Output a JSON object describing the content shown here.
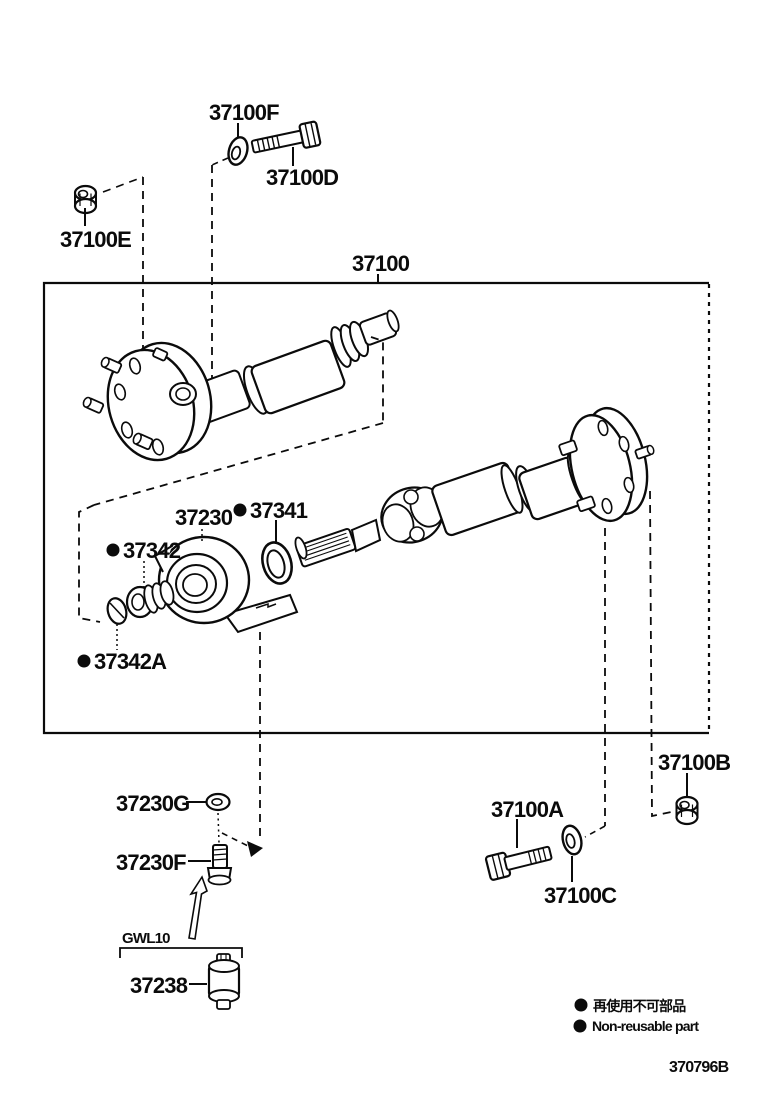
{
  "diagram": {
    "assembly_label": "37100",
    "drawing_code": "370796B",
    "group_bracket_label": "GWL10",
    "legend": {
      "jp": "再使用不可部品",
      "en": "Non-reusable part"
    },
    "labels": {
      "p37100F": "37100F",
      "p37100D": "37100D",
      "p37100E": "37100E",
      "p37230": "37230",
      "p37341": "37341",
      "p37342": "37342",
      "p37342A": "37342A",
      "p37230G": "37230G",
      "p37230F": "37230F",
      "p37238": "37238",
      "p37100A": "37100A",
      "p37100B": "37100B",
      "p37100C": "37100C"
    },
    "colors": {
      "ink": "#0b0b0b",
      "background": "#ffffff"
    }
  }
}
